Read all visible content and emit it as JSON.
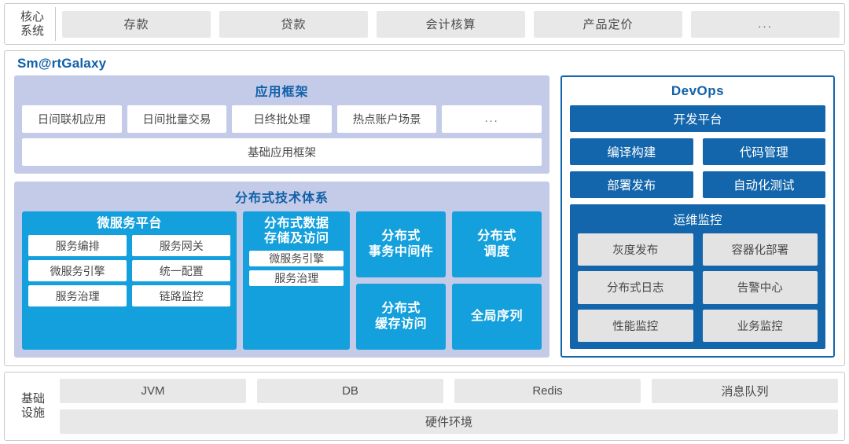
{
  "core_systems": {
    "label_line1": "核心",
    "label_line2": "系统",
    "tiles": [
      {
        "label": "存款"
      },
      {
        "label": "贷款"
      },
      {
        "label": "会计核算"
      },
      {
        "label": "产品定价"
      },
      {
        "label": "..."
      }
    ]
  },
  "galaxy": {
    "title": "Sm@rtGalaxy",
    "application_framework": {
      "title": "应用框架",
      "tiles": [
        {
          "label": "日间联机应用"
        },
        {
          "label": "日间批量交易"
        },
        {
          "label": "日终批处理"
        },
        {
          "label": "热点账户场景"
        },
        {
          "label": "..."
        }
      ],
      "base": "基础应用框架"
    },
    "distributed": {
      "title": "分布式技术体系",
      "microservice": {
        "title": "微服务平台",
        "chips": [
          [
            "服务编排",
            "服务网关"
          ],
          [
            "微服务引擎",
            "统一配置"
          ],
          [
            "服务治理",
            "链路监控"
          ]
        ]
      },
      "data_store": {
        "title_line1": "分布式数据",
        "title_line2": "存储及访问",
        "chips": [
          "微服务引擎",
          "服务治理"
        ]
      },
      "column_b": [
        {
          "line1": "分布式",
          "line2": "事务中间件"
        },
        {
          "line1": "分布式",
          "line2": "缓存访问"
        }
      ],
      "column_c": [
        {
          "line1": "分布式",
          "line2": "调度"
        },
        {
          "line1": "全局序列",
          "line2": ""
        }
      ]
    },
    "devops": {
      "title": "DevOps",
      "platform": "开发平台",
      "rows": [
        [
          "编译构建",
          "代码管理"
        ],
        [
          "部署发布",
          "自动化测试"
        ]
      ],
      "ops": {
        "title": "运维监控",
        "chips": [
          [
            "灰度发布",
            "容器化部署"
          ],
          [
            "分布式日志",
            "告警中心"
          ],
          [
            "性能监控",
            "业务监控"
          ]
        ]
      }
    }
  },
  "infrastructure": {
    "label_line1": "基础",
    "label_line2": "设施",
    "tiles": [
      {
        "label": "JVM"
      },
      {
        "label": "DB"
      },
      {
        "label": "Redis"
      },
      {
        "label": "消息队列"
      }
    ],
    "base": "硬件环境"
  },
  "colors": {
    "accent_blue": "#1161a8",
    "cyan": "#13a0dc",
    "devops_blue": "#1366ab",
    "panel_lavender": "#c3cbe8",
    "grey_tile": "#e8e8e8"
  }
}
